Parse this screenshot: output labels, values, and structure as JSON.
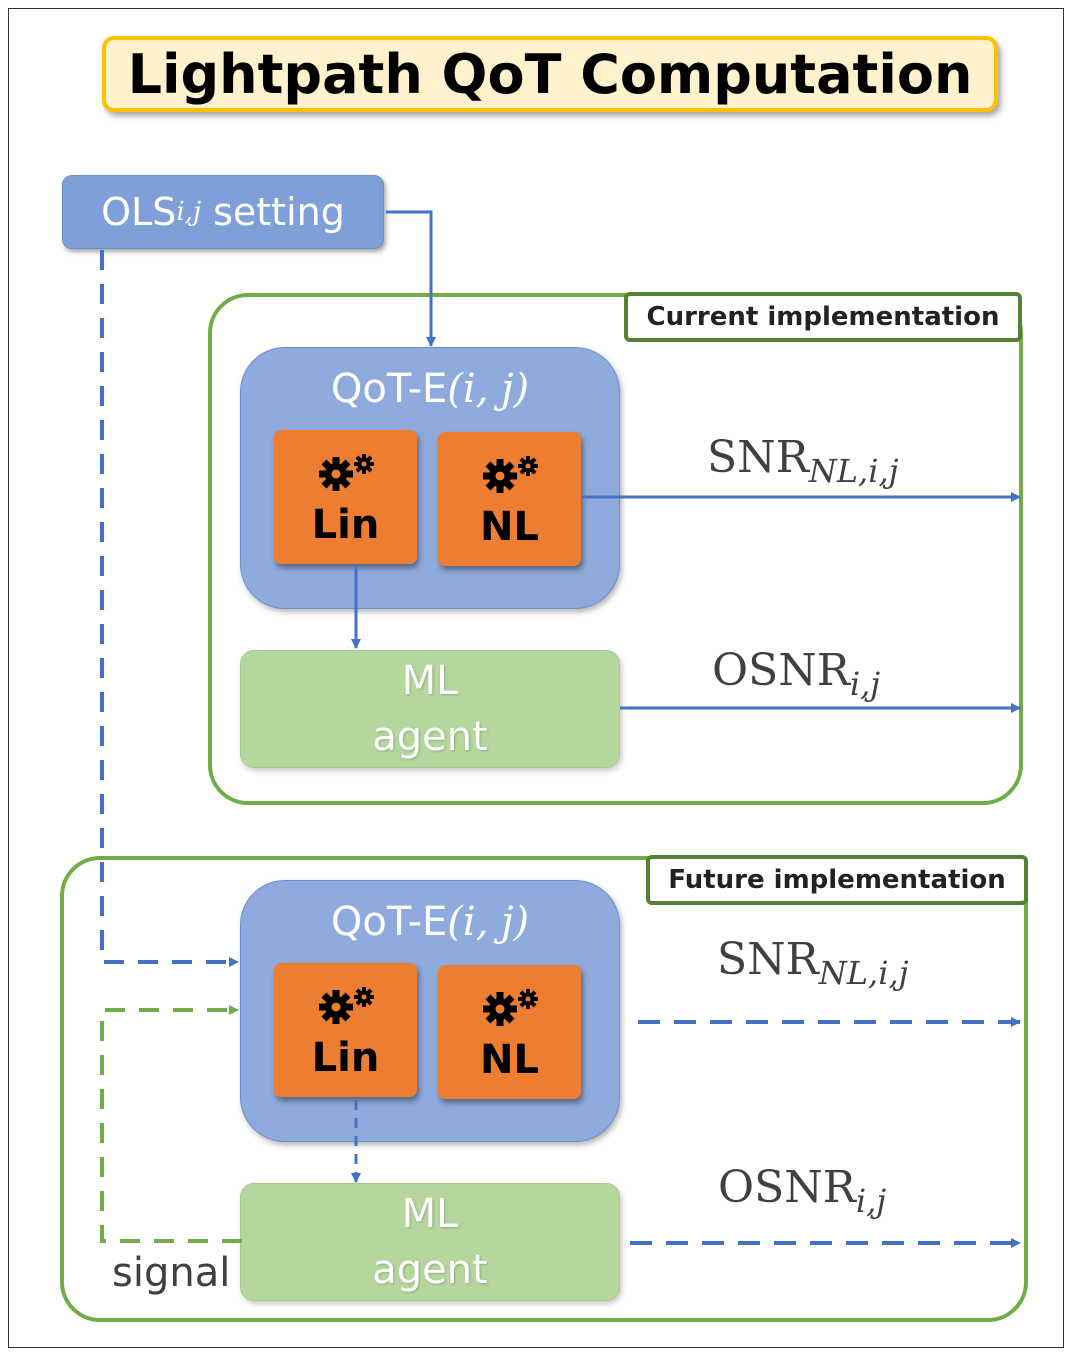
{
  "title": "Lightpath QoT Computation",
  "ols": {
    "prefix": "OLS",
    "subscript": "i,j",
    "suffix": " setting"
  },
  "current": {
    "label": "Current implementation",
    "qote": {
      "name": "QoT-E",
      "args": "(i, j)"
    },
    "lin_label": "Lin",
    "nl_label": "NL",
    "ml_line1": "ML",
    "ml_line2": "agent",
    "snr": {
      "main": "SNR",
      "sub": "NL,i,j"
    },
    "osnr": {
      "main": "OSNR",
      "sub": "i,j"
    }
  },
  "future": {
    "label": "Future implementation",
    "qote": {
      "name": "QoT-E",
      "args": "(i, j)"
    },
    "lin_label": "Lin",
    "nl_label": "NL",
    "ml_line1": "ML",
    "ml_line2": "agent",
    "snr": {
      "main": "SNR",
      "sub": "NL,i,j"
    },
    "osnr": {
      "main": "OSNR",
      "sub": "i,j"
    },
    "signal_label": "signal"
  },
  "colors": {
    "title_fill": "#fff2cc",
    "title_border": "#ffc000",
    "blue_box": "#8faadc",
    "orange_box": "#ed7d31",
    "green_box": "#a9d18e",
    "frame_green": "#70ad47",
    "arrow_blue": "#4472c4",
    "arrow_green": "#70ad47"
  },
  "icons": [
    "gears-icon"
  ]
}
